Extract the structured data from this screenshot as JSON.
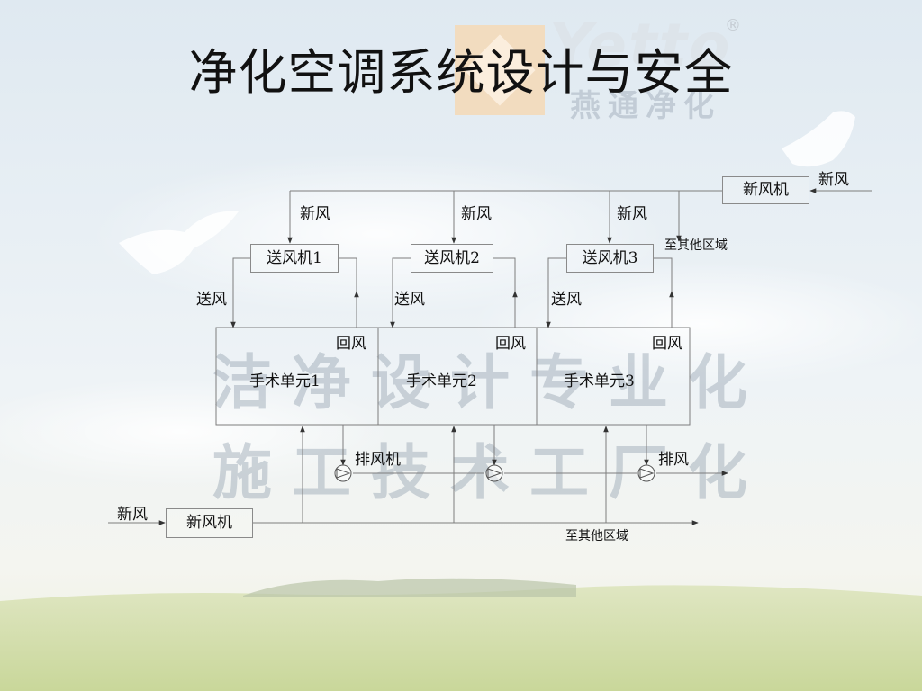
{
  "title": "净化空调系统设计与安全",
  "logo": {
    "brand": "Yetto",
    "registered": "®",
    "sub": "燕通净化"
  },
  "watermark": {
    "line1": "洁净设计专业化",
    "line2": "施工技术工厂化"
  },
  "diagram": {
    "fresh_air": "新风",
    "fresh_air_unit": "新风机",
    "to_other_areas": "至其他区域",
    "supply_air": "送风",
    "return_air": "回风",
    "exhaust_fan": "排风机",
    "exhaust": "排风",
    "supply_fans": [
      "送风机1",
      "送风机2",
      "送风机3"
    ],
    "surgery_units": [
      "手术单元1",
      "手术单元2",
      "手术单元3"
    ]
  },
  "colors": {
    "line": "#7d7d7d",
    "text": "#111111"
  }
}
